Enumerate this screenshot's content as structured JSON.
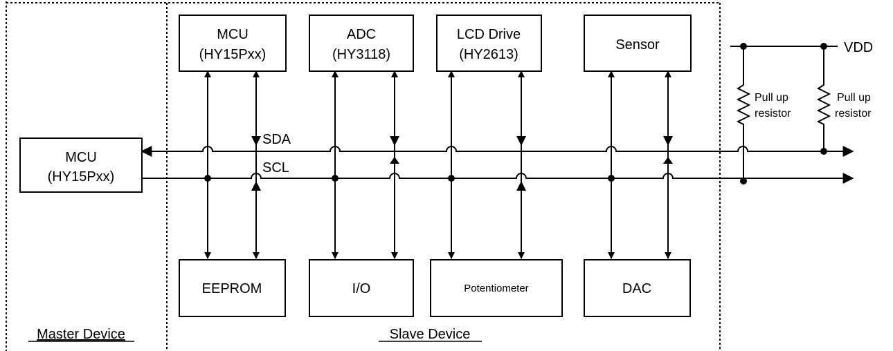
{
  "master_box": {
    "line1": "MCU",
    "line2": "(HY15Pxx)"
  },
  "slave_top": [
    {
      "line1": "MCU",
      "line2": "(HY15Pxx)"
    },
    {
      "line1": "ADC",
      "line2": "(HY3118)"
    },
    {
      "line1": "LCD Drive",
      "line2": "(HY2613)"
    },
    {
      "line1": "Sensor",
      "line2": ""
    }
  ],
  "slave_bottom": [
    "EEPROM",
    "I/O",
    "Potentiometer",
    "DAC"
  ],
  "bus": {
    "sda": "SDA",
    "scl": "SCL",
    "vdd": "VDD"
  },
  "resistors": [
    {
      "line1": "Pull up",
      "line2": "resistor"
    },
    {
      "line1": "Pull up",
      "line2": "resistor"
    }
  ],
  "regions": {
    "master": "Master Device",
    "slave": "Slave Device"
  }
}
